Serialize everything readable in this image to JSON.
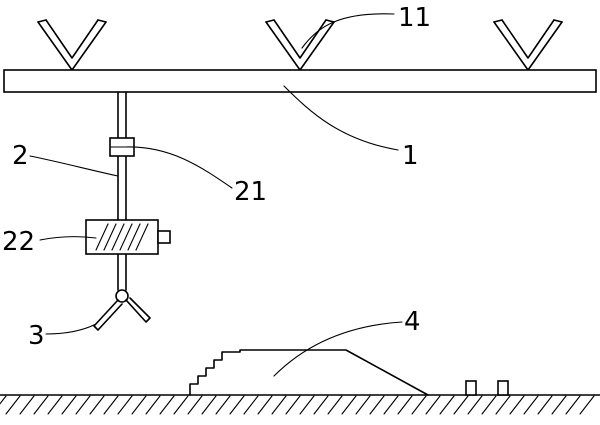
{
  "labels": {
    "beam": "1",
    "bracket": "11",
    "rod": "2",
    "coupling": "21",
    "motor": "22",
    "gripper": "3",
    "bump": "4"
  }
}
